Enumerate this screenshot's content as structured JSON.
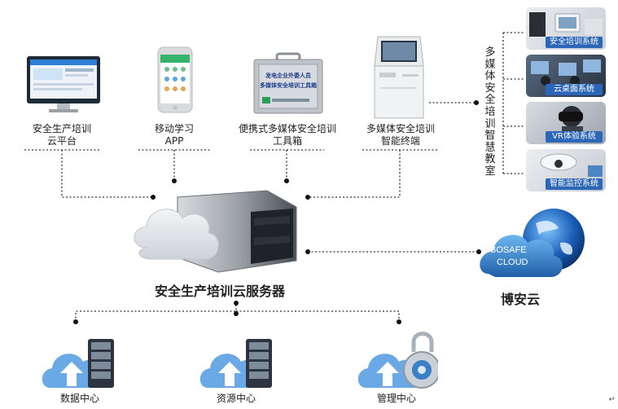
{
  "devices": [
    {
      "id": "cloud-platform",
      "line1": "安全生产培训",
      "line2": "云平台"
    },
    {
      "id": "mobile-app",
      "line1": "移动学习",
      "line2": "APP"
    },
    {
      "id": "toolbox",
      "line1": "便携式多媒体安全培训",
      "line2": "工具箱"
    },
    {
      "id": "terminal",
      "line1": "多媒体安全培训",
      "line2": "智能终端"
    }
  ],
  "toolbox_text": {
    "line1": "发电企业外委人员",
    "line2": "多媒体安全培训工具箱"
  },
  "classroom_label": "多媒体安全培训智慧教室",
  "systems": [
    {
      "id": "training",
      "label": "安全培训系统"
    },
    {
      "id": "desktop",
      "label": "云桌面系统"
    },
    {
      "id": "vr",
      "label": "VR体验系统"
    },
    {
      "id": "monitor",
      "label": "智能监控系统"
    }
  ],
  "server_title": "安全生产培训云服务器",
  "bosafe": {
    "logo_line1": "BOSAFE",
    "logo_line2": "CLOUD",
    "title": "博安云"
  },
  "centers": [
    {
      "id": "data",
      "label": "数据中心"
    },
    {
      "id": "resource",
      "label": "资源中心"
    },
    {
      "id": "management",
      "label": "管理中心"
    }
  ],
  "end_mark": "↵"
}
